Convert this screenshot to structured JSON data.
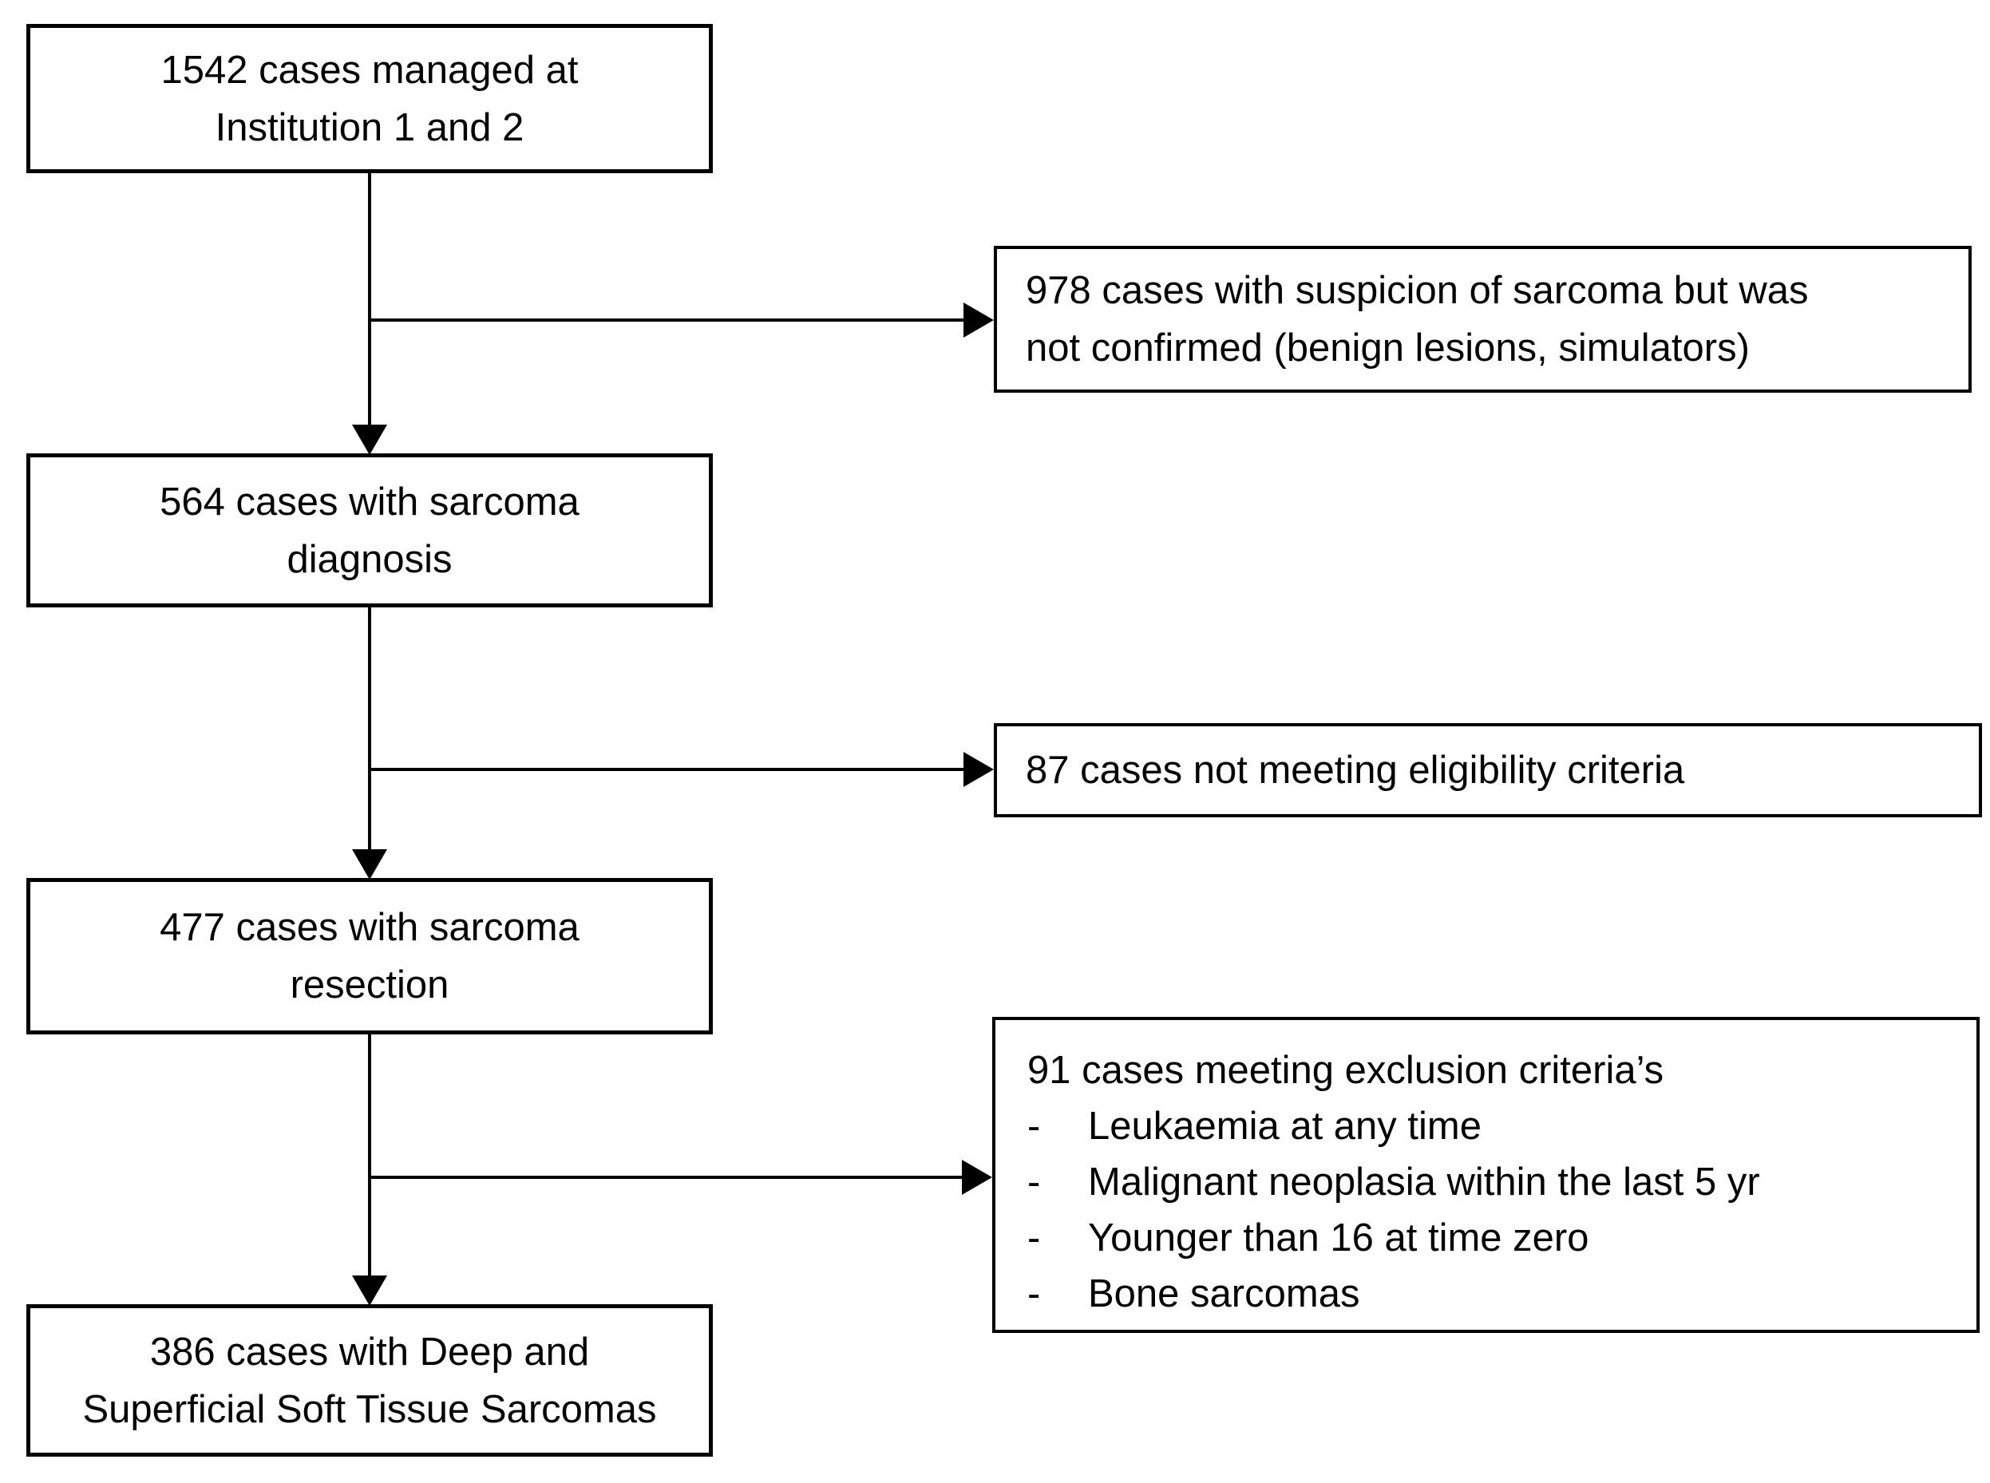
{
  "diagram": {
    "colors": {
      "background": "#ffffff",
      "line": "#000000",
      "text": "#000000"
    },
    "bullet_char": "-",
    "main_boxes": [
      {
        "line1": "1542 cases managed at",
        "line2": "Institution 1 and 2"
      },
      {
        "line1": "564 cases with sarcoma",
        "line2": "diagnosis"
      },
      {
        "line1": "477 cases with sarcoma",
        "line2": "resection"
      },
      {
        "line1": "386 cases with Deep and",
        "line2": "Superficial Soft Tissue Sarcomas"
      }
    ],
    "side_boxes": [
      {
        "line1": "978 cases with suspicion of sarcoma but was",
        "line2": "not confirmed (benign lesions, simulators)"
      },
      {
        "text": "87 cases not meeting eligibility criteria"
      },
      {
        "title": "91 cases meeting exclusion criteria’s",
        "bullets": [
          "Leukaemia at any time",
          "Malignant neoplasia within the last 5 yr",
          "Younger than 16 at time zero",
          "Bone sarcomas"
        ]
      }
    ]
  }
}
